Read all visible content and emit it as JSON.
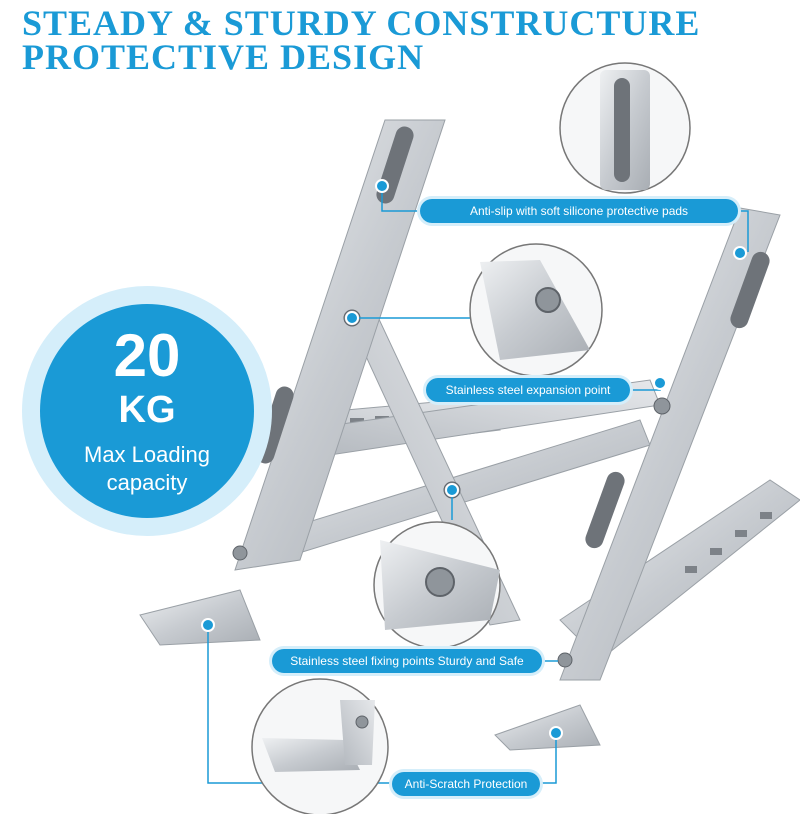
{
  "heading": {
    "line1": "STEADY & STURDY CONSTRUCTURE",
    "line2": "PROTECTIVE DESIGN"
  },
  "badge": {
    "value": "20",
    "unit": "KG",
    "caption_line1": "Max Loading",
    "caption_line2": "capacity"
  },
  "callouts": {
    "pads": "Anti-slip with soft silicone protective pads",
    "expansion": "Stainless steel expansion point",
    "fixing": "Stainless steel fixing points Sturdy and Safe",
    "scratch": "Anti-Scratch Protection"
  },
  "colors": {
    "accent": "#1a9ad6",
    "accent_light": "#d5eefa",
    "metal": "#c9cdd2",
    "pad": "#6e7379"
  }
}
